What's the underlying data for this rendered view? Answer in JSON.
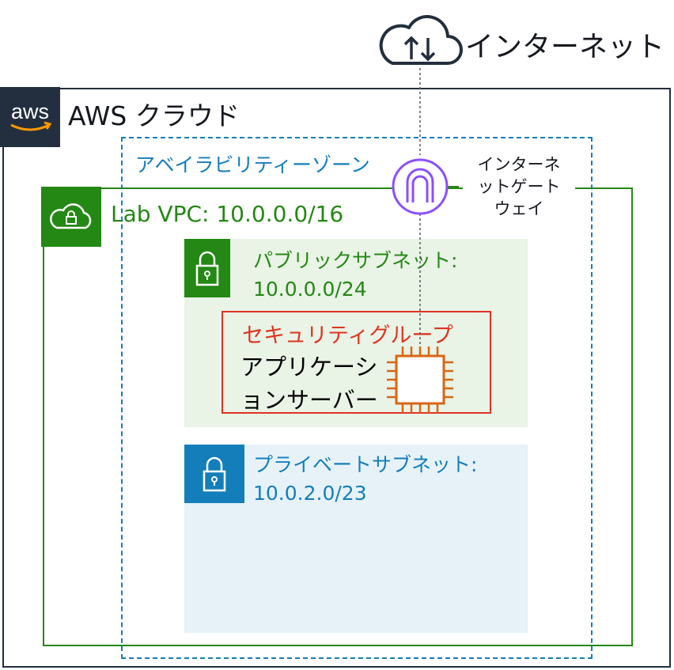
{
  "internet": {
    "label": "インターネット"
  },
  "aws_cloud": {
    "label": "AWS クラウド",
    "logo_text": "aws"
  },
  "availability_zone": {
    "label": "アベイラビリティーゾーン"
  },
  "vpc": {
    "label": "Lab VPC:  10.0.0.0/16"
  },
  "public_subnet": {
    "label_line1": "パブリックサブネット:",
    "label_line2": "10.0.0.0/24"
  },
  "security_group": {
    "label": "セキュリティグループ"
  },
  "app_server": {
    "label_line1": "アプリケーシ",
    "label_line2": "ョンサーバー"
  },
  "private_subnet": {
    "label_line1": "プライベートサブネット:",
    "label_line2": "10.0.2.0/23"
  },
  "internet_gateway": {
    "label_line1": "インターネ",
    "label_line2": "ットゲート",
    "label_line3": "ウェイ"
  },
  "colors": {
    "aws_dark": "#232f3e",
    "vpc_green": "#248814",
    "az_blue": "#147eba",
    "security_red": "#dd3522",
    "ec2_orange": "#d86613",
    "igw_purple": "#8c4fff"
  }
}
